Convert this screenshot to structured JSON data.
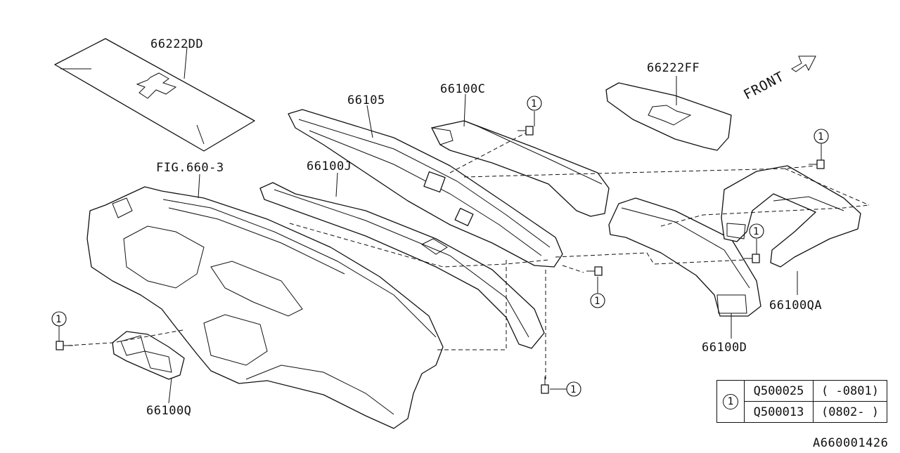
{
  "labels": {
    "p66222DD": "66222DD",
    "p66222FF": "66222FF",
    "p66105": "66105",
    "p66100C": "66100C",
    "p66100J": "66100J",
    "fig": "FIG.660-3",
    "p66100QA": "66100QA",
    "p66100D": "66100D",
    "p66100Q": "66100Q",
    "front": "FRONT"
  },
  "callout_symbol": "1",
  "legend": {
    "key": "1",
    "rows": [
      {
        "part_no": "Q500025",
        "range": "( -0801)"
      },
      {
        "part_no": "Q500013",
        "range": "(0802- )"
      }
    ]
  },
  "diagram_id": "A660001426"
}
